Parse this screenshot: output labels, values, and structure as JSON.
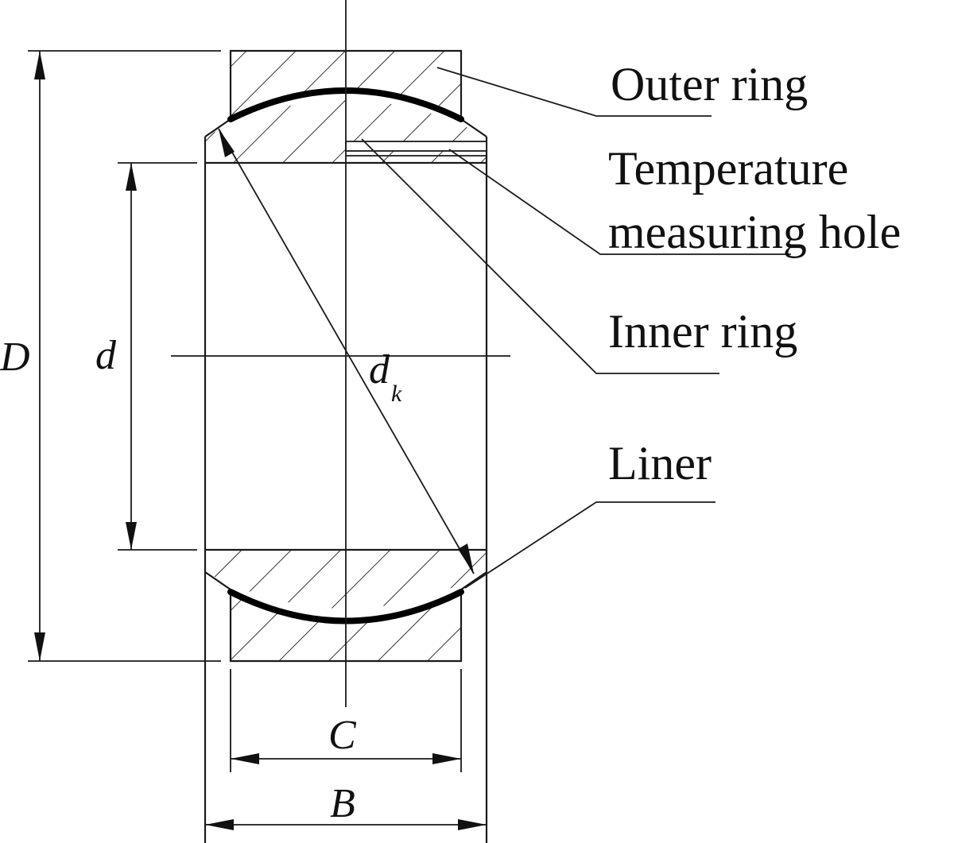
{
  "callouts": {
    "outer_ring": "Outer ring",
    "temp_hole_line1": "Temperature",
    "temp_hole_line2": "measuring hole",
    "inner_ring": "Inner ring",
    "liner": "Liner"
  },
  "dimensions": {
    "D": "D",
    "d": "d",
    "dk_main": "d",
    "dk_sub": "k",
    "C": "C",
    "B": "B"
  }
}
